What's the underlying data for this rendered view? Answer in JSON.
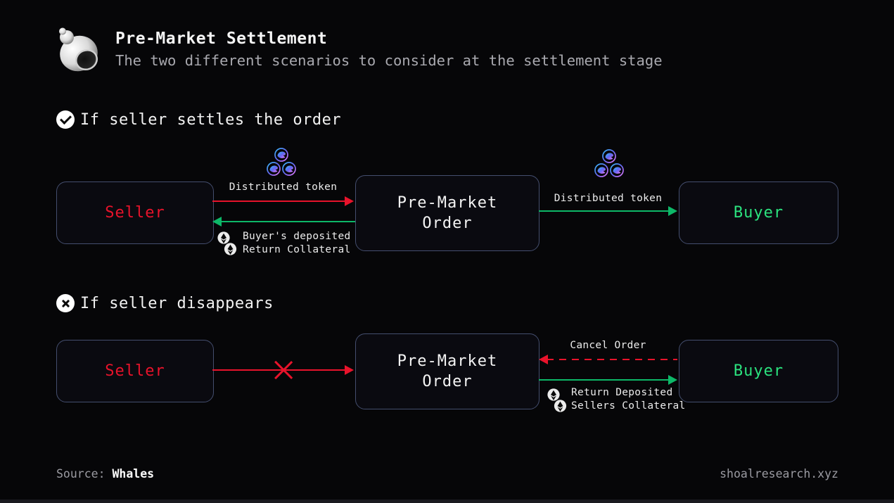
{
  "header": {
    "title": "Pre-Market Settlement",
    "subtitle": "The two different scenarios to consider at the settlement stage"
  },
  "scenario1": {
    "heading": "If seller settles the order",
    "seller_label": "Seller",
    "order_label_line1": "Pre-Market",
    "order_label_line2": "Order",
    "buyer_label": "Buyer",
    "seller_to_order_label": "Distributed token",
    "order_to_seller_label_line1": "Buyer's deposited",
    "order_to_seller_label_line2": "Return Collateral",
    "order_to_buyer_label": "Distributed token"
  },
  "scenario2": {
    "heading": "If seller disappears",
    "seller_label": "Seller",
    "order_label_line1": "Pre-Market",
    "order_label_line2": "Order",
    "buyer_label": "Buyer",
    "buyer_to_order_label": "Cancel Order",
    "order_to_buyer_label_line1": "Return Deposited",
    "order_to_buyer_label_line2": "Sellers Collateral"
  },
  "footer": {
    "source_label": "Source:",
    "source_value": "Whales",
    "site": "shoalresearch.xyz"
  },
  "icons": {
    "logo": "seashell-logo",
    "scenario1_marker": "check-circle-icon",
    "scenario2_marker": "x-circle-icon",
    "token_cluster": "whale-token-icons",
    "collateral_coins": "eth-coins-icon",
    "broken_link": "red-x-mark"
  },
  "colors": {
    "background": "#060608",
    "box_background": "#0a0a10",
    "box_border": "#444e6e",
    "red": "#e8132b",
    "green": "#0db868",
    "buyer_green": "#2be27e",
    "text_primary": "#f2f2f2",
    "text_muted": "#a9a9af",
    "token_gradient_start": "#38bdf8",
    "token_gradient_end": "#e879f9"
  }
}
